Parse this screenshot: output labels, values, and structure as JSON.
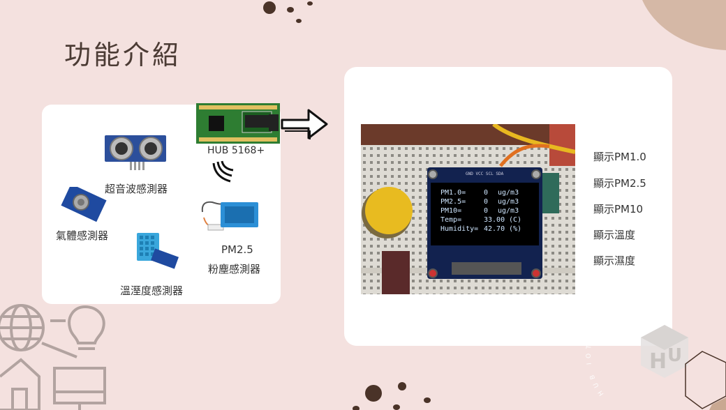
{
  "slide": {
    "title": "功能介紹",
    "sensors": {
      "hub": "HUB 5168+",
      "ultrasonic": "超音波感測器",
      "gas": "氣體感測器",
      "pm25_line1": "PM2.5",
      "pm25_line2": "粉塵感測器",
      "temp_humidity": "溫溼度感測器"
    },
    "display": {
      "lines": [
        {
          "label": "PM1.0=",
          "value": "0",
          "unit": "ug/m3"
        },
        {
          "label": "PM2.5=",
          "value": "0",
          "unit": "ug/m3"
        },
        {
          "label": "PM10=",
          "value": "0",
          "unit": "ug/m3"
        },
        {
          "label": "Temp=",
          "value": "33.00",
          "unit": "(C)"
        },
        {
          "label": "Humidity=",
          "value": "42.70",
          "unit": "(%)"
        }
      ],
      "pin_header": "GND VCC SCL SDA"
    },
    "features": [
      "顯示PM1.0",
      "顯示PM2.5",
      "顯示PM10",
      "顯示溫度",
      "顯示濕度"
    ],
    "watermark": "HUB IOT SERVICE"
  }
}
